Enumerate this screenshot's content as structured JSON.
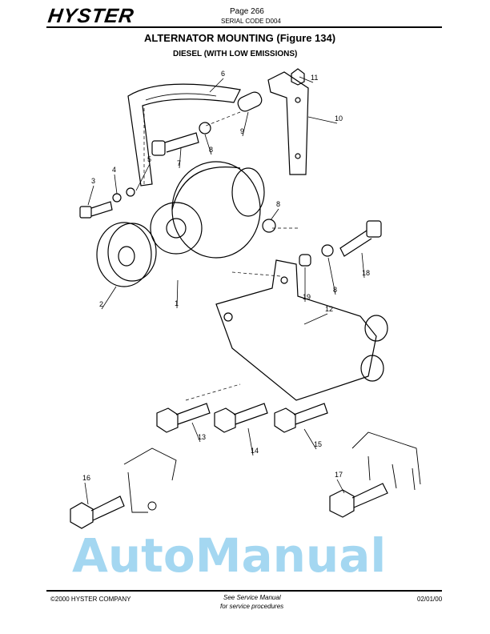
{
  "header": {
    "logo": "HYSTER",
    "page": "Page 266",
    "serial_code": "SERIAL CODE D004",
    "title": "ALTERNATOR MOUNTING (Figure 134)",
    "subtitle": "DIESEL (WITH LOW EMISSIONS)"
  },
  "diagram": {
    "callouts": [
      "6",
      "11",
      "10",
      "9",
      "8",
      "7",
      "5",
      "4",
      "3",
      "8",
      "18",
      "8",
      "19",
      "2",
      "1",
      "12",
      "13",
      "14",
      "15",
      "16",
      "17"
    ]
  },
  "watermark": "AutoManual",
  "footer": {
    "copyright": "©2000 HYSTER COMPANY",
    "note_line1": "See Service Manual",
    "note_line2": "for service procedures",
    "date": "02/01/00"
  },
  "colors": {
    "watermark": "#5ab8e6",
    "ink": "#000000"
  }
}
